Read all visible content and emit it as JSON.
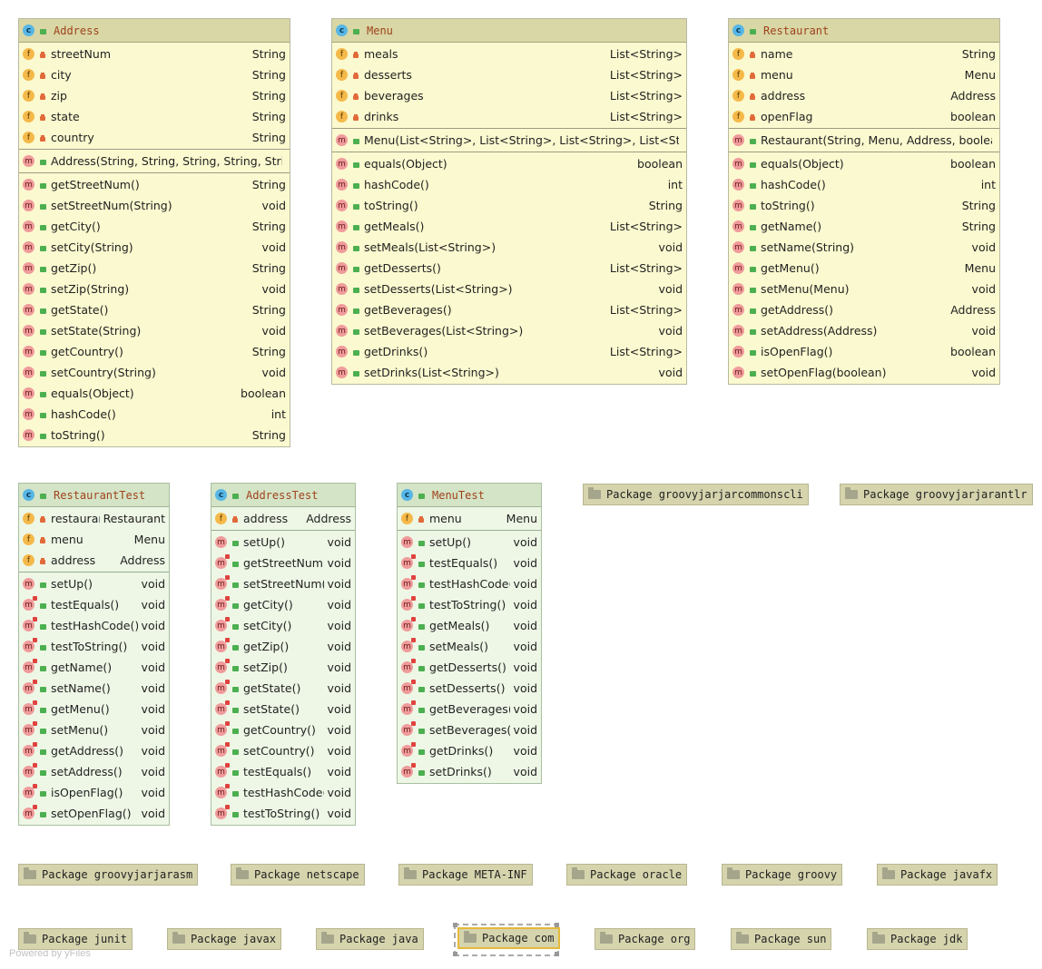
{
  "classes": [
    {
      "id": "address",
      "kind": "main",
      "title": "Address",
      "fields": [
        {
          "name": "streetNum",
          "type": "String"
        },
        {
          "name": "city",
          "type": "String"
        },
        {
          "name": "zip",
          "type": "String"
        },
        {
          "name": "state",
          "type": "String"
        },
        {
          "name": "country",
          "type": "String"
        }
      ],
      "constructors": [
        {
          "name": "Address(String, String, String, String, String)",
          "type": ""
        }
      ],
      "methods": [
        {
          "name": "getStreetNum()",
          "type": "String"
        },
        {
          "name": "setStreetNum(String)",
          "type": "void"
        },
        {
          "name": "getCity()",
          "type": "String"
        },
        {
          "name": "setCity(String)",
          "type": "void"
        },
        {
          "name": "getZip()",
          "type": "String"
        },
        {
          "name": "setZip(String)",
          "type": "void"
        },
        {
          "name": "getState()",
          "type": "String"
        },
        {
          "name": "setState(String)",
          "type": "void"
        },
        {
          "name": "getCountry()",
          "type": "String"
        },
        {
          "name": "setCountry(String)",
          "type": "void"
        },
        {
          "name": "equals(Object)",
          "type": "boolean"
        },
        {
          "name": "hashCode()",
          "type": "int"
        },
        {
          "name": "toString()",
          "type": "String"
        }
      ]
    },
    {
      "id": "menu",
      "kind": "main",
      "title": "Menu",
      "fields": [
        {
          "name": "meals",
          "type": "List<String>"
        },
        {
          "name": "desserts",
          "type": "List<String>"
        },
        {
          "name": "beverages",
          "type": "List<String>"
        },
        {
          "name": "drinks",
          "type": "List<String>"
        }
      ],
      "constructors": [
        {
          "name": "Menu(List<String>, List<String>, List<String>, List<String>)",
          "type": ""
        }
      ],
      "methods": [
        {
          "name": "equals(Object)",
          "type": "boolean"
        },
        {
          "name": "hashCode()",
          "type": "int"
        },
        {
          "name": "toString()",
          "type": "String"
        },
        {
          "name": "getMeals()",
          "type": "List<String>"
        },
        {
          "name": "setMeals(List<String>)",
          "type": "void"
        },
        {
          "name": "getDesserts()",
          "type": "List<String>"
        },
        {
          "name": "setDesserts(List<String>)",
          "type": "void"
        },
        {
          "name": "getBeverages()",
          "type": "List<String>"
        },
        {
          "name": "setBeverages(List<String>)",
          "type": "void"
        },
        {
          "name": "getDrinks()",
          "type": "List<String>"
        },
        {
          "name": "setDrinks(List<String>)",
          "type": "void"
        }
      ]
    },
    {
      "id": "restaurant",
      "kind": "main",
      "title": "Restaurant",
      "fields": [
        {
          "name": "name",
          "type": "String"
        },
        {
          "name": "menu",
          "type": "Menu"
        },
        {
          "name": "address",
          "type": "Address"
        },
        {
          "name": "openFlag",
          "type": "boolean"
        }
      ],
      "constructors": [
        {
          "name": "Restaurant(String, Menu, Address, boolean)",
          "type": ""
        }
      ],
      "methods": [
        {
          "name": "equals(Object)",
          "type": "boolean"
        },
        {
          "name": "hashCode()",
          "type": "int"
        },
        {
          "name": "toString()",
          "type": "String"
        },
        {
          "name": "getName()",
          "type": "String"
        },
        {
          "name": "setName(String)",
          "type": "void"
        },
        {
          "name": "getMenu()",
          "type": "Menu"
        },
        {
          "name": "setMenu(Menu)",
          "type": "void"
        },
        {
          "name": "getAddress()",
          "type": "Address"
        },
        {
          "name": "setAddress(Address)",
          "type": "void"
        },
        {
          "name": "isOpenFlag()",
          "type": "boolean"
        },
        {
          "name": "setOpenFlag(boolean)",
          "type": "void"
        }
      ]
    },
    {
      "id": "restaurant-test",
      "kind": "test",
      "title": "RestaurantTest",
      "fields": [
        {
          "name": "restaurant",
          "type": "Restaurant"
        },
        {
          "name": "menu",
          "type": "Menu"
        },
        {
          "name": "address",
          "type": "Address"
        }
      ],
      "constructors": [],
      "methods": [
        {
          "name": "setUp()",
          "type": "void",
          "test": false
        },
        {
          "name": "testEquals()",
          "type": "void",
          "test": true
        },
        {
          "name": "testHashCode()",
          "type": "void",
          "test": true
        },
        {
          "name": "testToString()",
          "type": "void",
          "test": true
        },
        {
          "name": "getName()",
          "type": "void",
          "test": true
        },
        {
          "name": "setName()",
          "type": "void",
          "test": true
        },
        {
          "name": "getMenu()",
          "type": "void",
          "test": true
        },
        {
          "name": "setMenu()",
          "type": "void",
          "test": true
        },
        {
          "name": "getAddress()",
          "type": "void",
          "test": true
        },
        {
          "name": "setAddress()",
          "type": "void",
          "test": true
        },
        {
          "name": "isOpenFlag()",
          "type": "void",
          "test": true
        },
        {
          "name": "setOpenFlag()",
          "type": "void",
          "test": true
        }
      ]
    },
    {
      "id": "address-test",
      "kind": "test",
      "title": "AddressTest",
      "fields": [
        {
          "name": "address",
          "type": "Address"
        }
      ],
      "constructors": [],
      "methods": [
        {
          "name": "setUp()",
          "type": "void",
          "test": false
        },
        {
          "name": "getStreetNum()",
          "type": "void",
          "test": true
        },
        {
          "name": "setStreetNum()",
          "type": "void",
          "test": true
        },
        {
          "name": "getCity()",
          "type": "void",
          "test": true
        },
        {
          "name": "setCity()",
          "type": "void",
          "test": true
        },
        {
          "name": "getZip()",
          "type": "void",
          "test": true
        },
        {
          "name": "setZip()",
          "type": "void",
          "test": true
        },
        {
          "name": "getState()",
          "type": "void",
          "test": true
        },
        {
          "name": "setState()",
          "type": "void",
          "test": true
        },
        {
          "name": "getCountry()",
          "type": "void",
          "test": true
        },
        {
          "name": "setCountry()",
          "type": "void",
          "test": true
        },
        {
          "name": "testEquals()",
          "type": "void",
          "test": true
        },
        {
          "name": "testHashCode()",
          "type": "void",
          "test": true
        },
        {
          "name": "testToString()",
          "type": "void",
          "test": true
        }
      ]
    },
    {
      "id": "menu-test",
      "kind": "test",
      "title": "MenuTest",
      "fields": [
        {
          "name": "menu",
          "type": "Menu"
        }
      ],
      "constructors": [],
      "methods": [
        {
          "name": "setUp()",
          "type": "void",
          "test": false
        },
        {
          "name": "testEquals()",
          "type": "void",
          "test": true
        },
        {
          "name": "testHashCode()",
          "type": "void",
          "test": true
        },
        {
          "name": "testToString()",
          "type": "void",
          "test": true
        },
        {
          "name": "getMeals()",
          "type": "void",
          "test": true
        },
        {
          "name": "setMeals()",
          "type": "void",
          "test": true
        },
        {
          "name": "getDesserts()",
          "type": "void",
          "test": true
        },
        {
          "name": "setDesserts()",
          "type": "void",
          "test": true
        },
        {
          "name": "getBeverages()",
          "type": "void",
          "test": true
        },
        {
          "name": "setBeverages()",
          "type": "void",
          "test": true
        },
        {
          "name": "getDrinks()",
          "type": "void",
          "test": true
        },
        {
          "name": "setDrinks()",
          "type": "void",
          "test": true
        }
      ]
    }
  ],
  "packages": {
    "groovyjarjarcommonscli": "Package groovyjarjarcommonscli",
    "groovyjarjarantlr": "Package groovyjarjarantlr",
    "groovyjarjarasm": "Package groovyjarjarasm",
    "netscape": "Package netscape",
    "meta_inf": "Package META-INF",
    "oracle": "Package oracle",
    "groovy": "Package groovy",
    "javafx": "Package javafx",
    "junit": "Package junit",
    "javax": "Package javax",
    "java": "Package java",
    "com": "Package com",
    "org": "Package org",
    "sun": "Package sun",
    "jdk": "Package jdk"
  },
  "footer": "Powered by yFiles",
  "colors": {
    "class_bg": "#fbf9cf",
    "class_header": "#d8d7a5",
    "test_bg": "#eef7e6",
    "test_header": "#d4e4c6",
    "title_text": "#a0421d",
    "package_bg": "#d5d4ad",
    "selection": "#e6b93b"
  },
  "icons": {
    "class": "class-icon",
    "field": "field-icon",
    "method": "method-icon",
    "test_method": "test-method-icon",
    "private": "private-lock-icon",
    "public": "public-icon",
    "package": "folder-icon"
  }
}
